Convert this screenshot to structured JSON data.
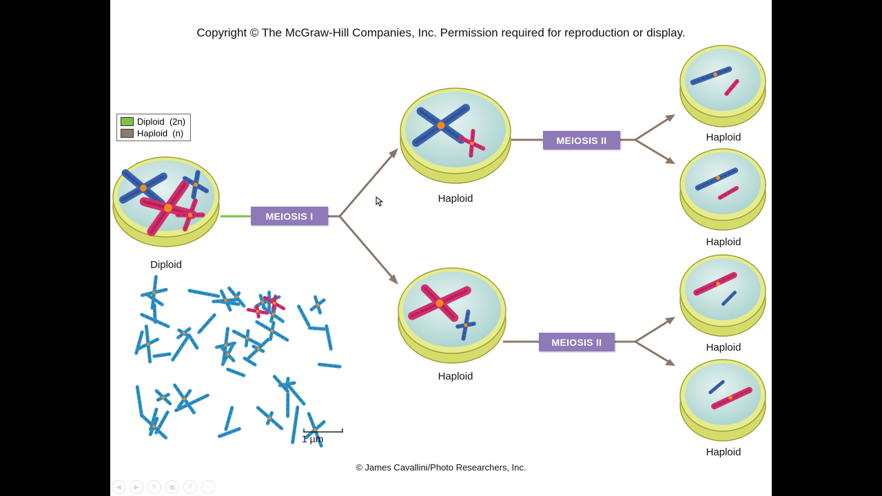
{
  "copyright": "Copyright © The McGraw-Hill Companies, Inc. Permission required for reproduction or display.",
  "credit": "© James Cavallini/Photo Researchers, Inc.",
  "legend": {
    "diploid": "Diploid  (2n)",
    "haploid": "Haploid  (n)",
    "diploid_color": "#7cc142",
    "haploid_color": "#8b7b6b"
  },
  "stages": {
    "meiosis1": "MEIOSIS I",
    "meiosis2_top": "MEIOSIS II",
    "meiosis2_bottom": "MEIOSIS II"
  },
  "cells": {
    "diploid": "Diploid",
    "haploid_top": "Haploid",
    "haploid_bottom": "Haploid",
    "haploid_r1": "Haploid",
    "haploid_r2": "Haploid",
    "haploid_r3": "Haploid",
    "haploid_r4": "Haploid"
  },
  "scale": "1 µm",
  "colors": {
    "chromosome_blue": "#3b63b0",
    "chromosome_pink": "#d62d6e",
    "micrograph_blue": "#2f93c9",
    "centromere": "#f28a1e",
    "cell_yellow": "#e7ec8a",
    "nucleus": "#cfe7e4",
    "arrow": "#8a7766",
    "box": "#8e79b9"
  }
}
